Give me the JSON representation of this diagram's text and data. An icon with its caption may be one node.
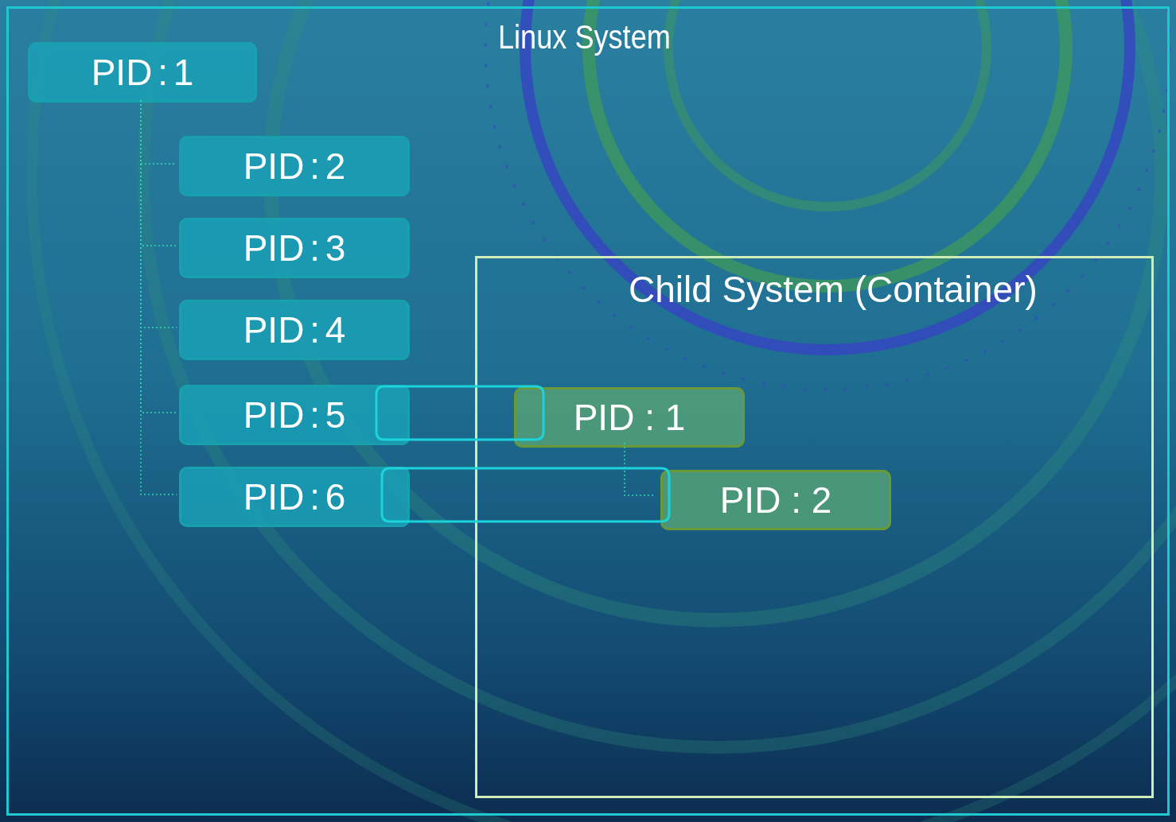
{
  "diagram": {
    "nodes": [
      {
        "text": [
          "Linux System"
        ]
      },
      {
        "text": [
          "PID : 1"
        ],
        "in": 0
      },
      {
        "text": [
          "PID : 2"
        ],
        "in": 0
      },
      {
        "text": [
          "PID : 3"
        ],
        "in": 0
      },
      {
        "text": [
          "PID : 4"
        ],
        "in": 0
      },
      {
        "text": [
          "PID : 5"
        ],
        "in": 0
      },
      {
        "text": [
          "PID : 6"
        ],
        "in": 0
      },
      {
        "text": [
          "Child System (Container)"
        ],
        "in": 0
      },
      {
        "text": [
          "PID : 1"
        ],
        "in": 7
      },
      {
        "text": [
          "PID : 2"
        ],
        "in": 7
      }
    ],
    "edges": [
      {
        "from": 1,
        "to": 2,
        "arrow": "none",
        "style": "dashed"
      },
      {
        "from": 1,
        "to": 3,
        "arrow": "none",
        "style": "dashed"
      },
      {
        "from": 1,
        "to": 4,
        "arrow": "none",
        "style": "dashed"
      },
      {
        "from": 1,
        "to": 5,
        "arrow": "none",
        "style": "dashed"
      },
      {
        "from": 1,
        "to": 6,
        "arrow": "none",
        "style": "dashed"
      },
      {
        "from": 5,
        "to": 8,
        "arrow": "none",
        "color": "#1ad3dc"
      },
      {
        "from": 6,
        "to": 9,
        "arrow": "none",
        "color": "#1ad3dc"
      },
      {
        "from": 8,
        "to": 9,
        "arrow": "none",
        "style": "dashed"
      }
    ]
  }
}
